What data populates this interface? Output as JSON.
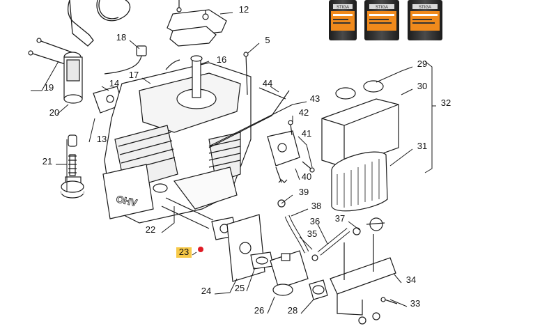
{
  "diagram": {
    "callouts": [
      {
        "id": "5",
        "label": "5"
      },
      {
        "id": "12",
        "label": "12"
      },
      {
        "id": "13",
        "label": "13"
      },
      {
        "id": "14",
        "label": "14"
      },
      {
        "id": "16",
        "label": "16"
      },
      {
        "id": "17",
        "label": "17"
      },
      {
        "id": "18",
        "label": "18"
      },
      {
        "id": "19",
        "label": "19"
      },
      {
        "id": "20",
        "label": "20"
      },
      {
        "id": "21",
        "label": "21"
      },
      {
        "id": "22",
        "label": "22"
      },
      {
        "id": "23",
        "label": "23",
        "highlighted": true
      },
      {
        "id": "24",
        "label": "24"
      },
      {
        "id": "25",
        "label": "25"
      },
      {
        "id": "26",
        "label": "26"
      },
      {
        "id": "28",
        "label": "28"
      },
      {
        "id": "29",
        "label": "29"
      },
      {
        "id": "30",
        "label": "30"
      },
      {
        "id": "31",
        "label": "31"
      },
      {
        "id": "32",
        "label": "32"
      },
      {
        "id": "33",
        "label": "33"
      },
      {
        "id": "34",
        "label": "34"
      },
      {
        "id": "35",
        "label": "35"
      },
      {
        "id": "36",
        "label": "36"
      },
      {
        "id": "37",
        "label": "37"
      },
      {
        "id": "38",
        "label": "38"
      },
      {
        "id": "39",
        "label": "39"
      },
      {
        "id": "40",
        "label": "40"
      },
      {
        "id": "41",
        "label": "41"
      },
      {
        "id": "42",
        "label": "42"
      },
      {
        "id": "43",
        "label": "43"
      },
      {
        "id": "44",
        "label": "44"
      }
    ],
    "engine_text": "OHV",
    "oil_bottles": [
      {
        "brand": "STIGA"
      },
      {
        "brand": "STIGA"
      },
      {
        "brand": "STIGA"
      }
    ],
    "colors": {
      "highlight": "#f7c948",
      "marker": "#e01b24",
      "line": "#1a1a1a",
      "bottle_body": "#2b2b2b",
      "bottle_label": "#f08a1c"
    }
  }
}
